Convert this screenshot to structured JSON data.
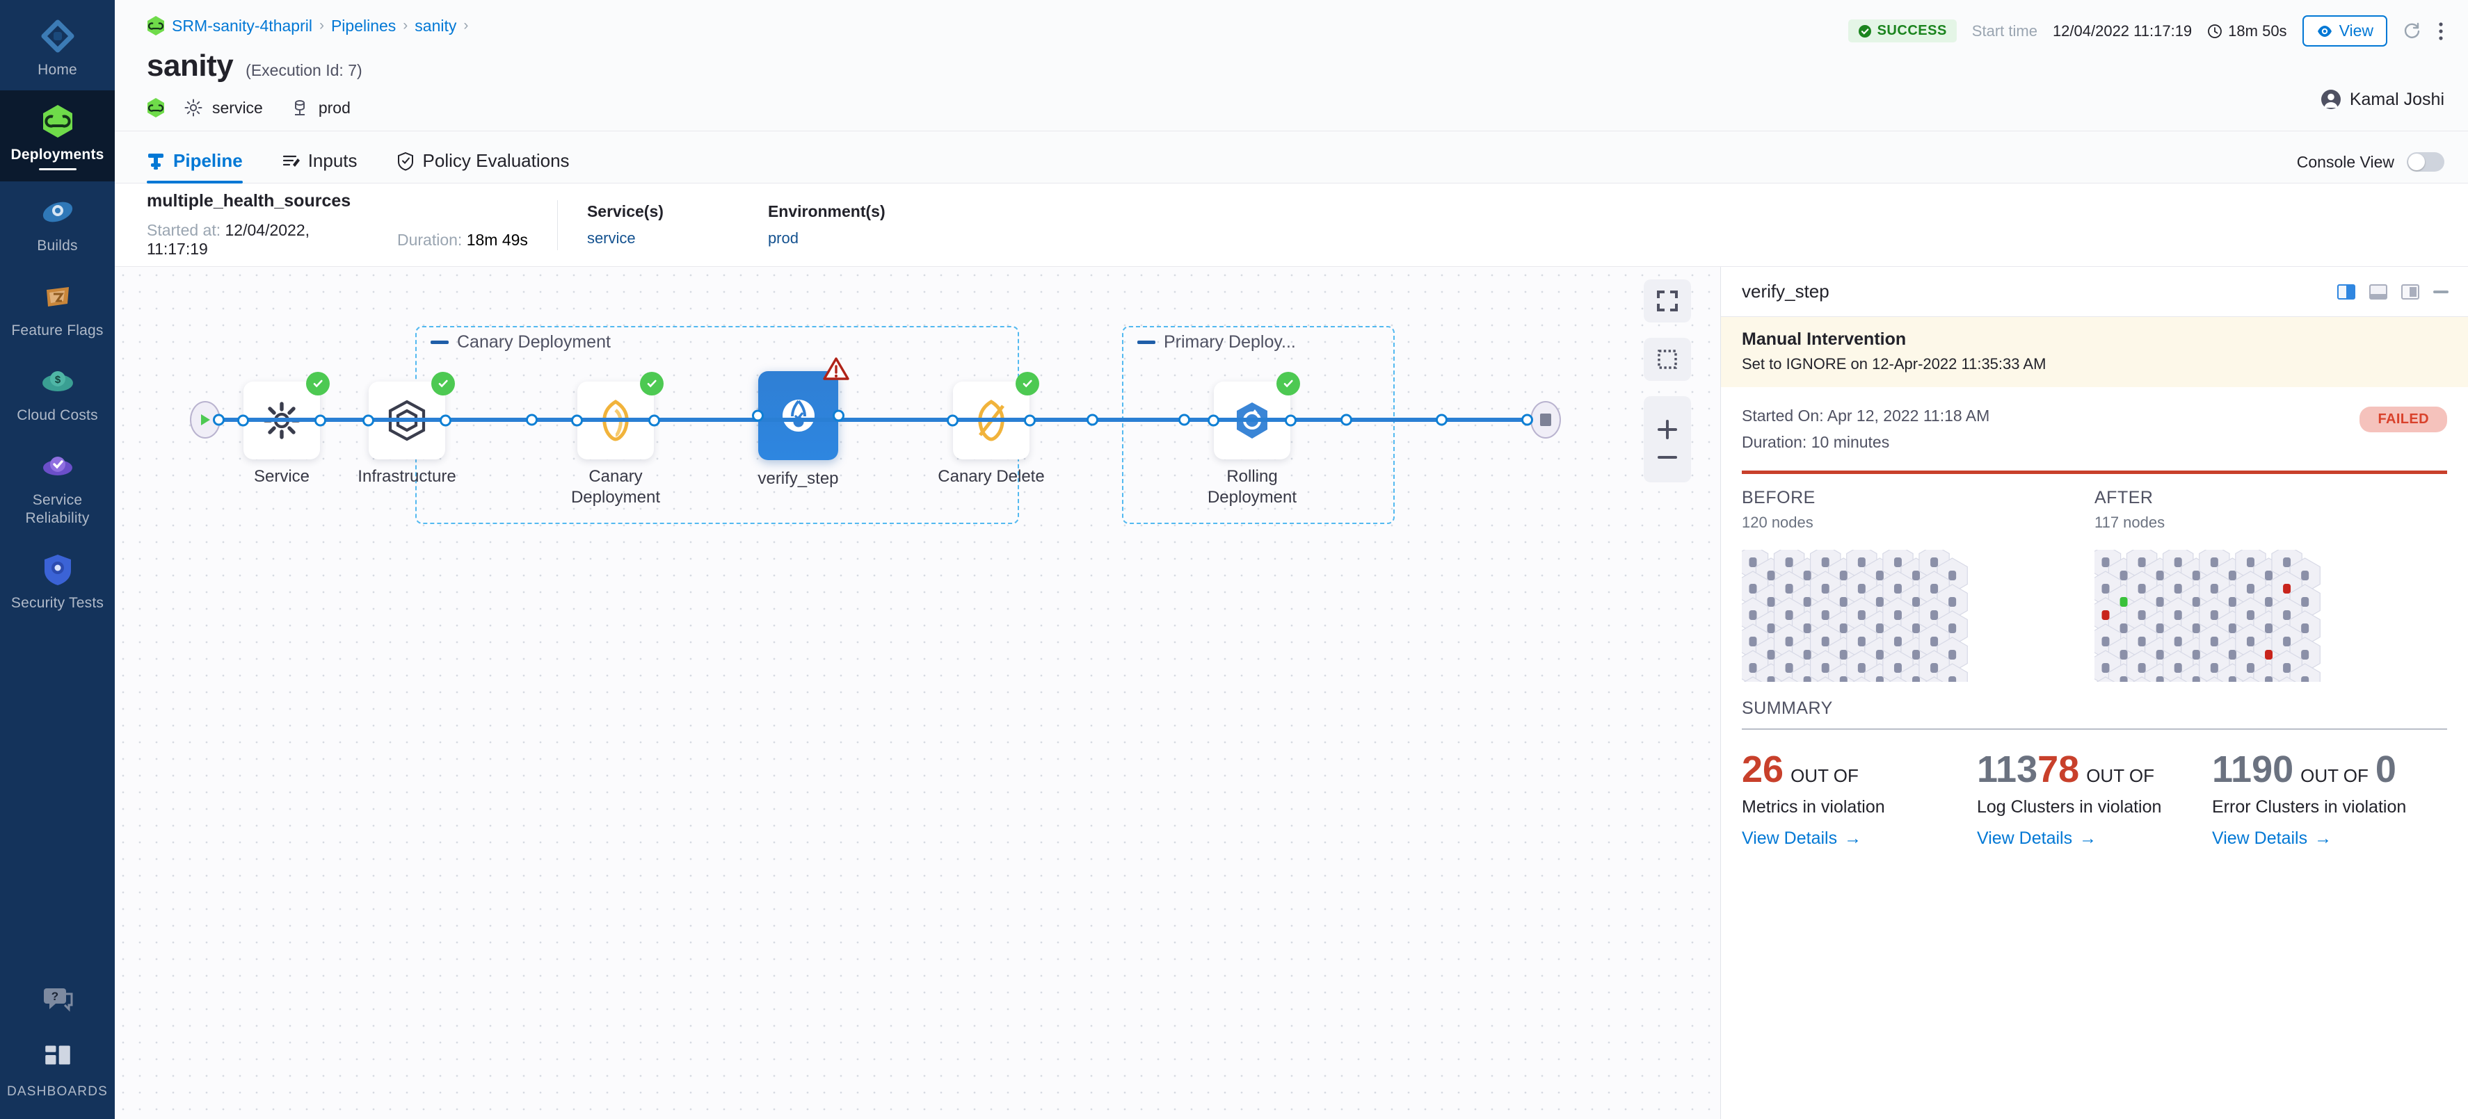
{
  "sidebar": {
    "items": [
      {
        "label": "Home",
        "icon": "home-icon",
        "active": false
      },
      {
        "label": "Deployments",
        "icon": "deployments-icon",
        "active": true
      },
      {
        "label": "Builds",
        "icon": "builds-icon",
        "active": false
      },
      {
        "label": "Feature Flags",
        "icon": "feature-flags-icon",
        "active": false
      },
      {
        "label": "Cloud Costs",
        "icon": "cloud-costs-icon",
        "active": false
      },
      {
        "label": "Service Reliability",
        "icon": "service-reliability-icon",
        "active": false
      },
      {
        "label": "Security Tests",
        "icon": "security-tests-icon",
        "active": false
      }
    ],
    "help": {
      "icon": "help-chat-icon"
    },
    "dashboards": {
      "label": "DASHBOARDS",
      "icon": "dashboards-icon"
    }
  },
  "header": {
    "breadcrumb": [
      {
        "label": "SRM-sanity-4thapril",
        "icon": "harness-hex-icon"
      },
      {
        "label": "Pipelines"
      },
      {
        "label": "sanity"
      }
    ],
    "breadcrumb_separator": "›",
    "title": "sanity",
    "execution_id": "(Execution Id: 7)",
    "meta": {
      "service_icon": "gear-icon",
      "service": "service",
      "environment_icon": "environment-icon",
      "environment": "prod"
    },
    "status": {
      "label": "SUCCESS",
      "color": "#1b841e",
      "bg": "#e4f5e6",
      "icon": "check-circle-icon"
    },
    "start_time_label": "Start time",
    "start_time_value": "12/04/2022 11:17:19",
    "duration_icon": "clock-icon",
    "duration_value": "18m 50s",
    "view_button": {
      "label": "View",
      "icon": "eye-icon"
    },
    "refresh_icon": "refresh-icon",
    "more_icon": "more-vertical-icon",
    "user": {
      "name": "Kamal Joshi",
      "icon": "avatar-icon"
    }
  },
  "tabs": {
    "items": [
      {
        "label": "Pipeline",
        "icon": "pipeline-icon",
        "active": true
      },
      {
        "label": "Inputs",
        "icon": "inputs-icon",
        "active": false
      },
      {
        "label": "Policy Evaluations",
        "icon": "shield-check-icon",
        "active": false
      }
    ],
    "console_view": {
      "label": "Console View",
      "enabled": false
    }
  },
  "info_bar": {
    "name": "multiple_health_sources",
    "started_key": "Started at:",
    "started_value": "12/04/2022, 11:17:19",
    "duration_key": "Duration:",
    "duration_value": "18m 49s",
    "services": {
      "header": "Service(s)",
      "value": "service"
    },
    "environments": {
      "header": "Environment(s)",
      "value": "prod"
    }
  },
  "graph": {
    "controls": [
      {
        "name": "fit-to-screen-button",
        "icon": "fit-screen-icon"
      },
      {
        "name": "select-area-button",
        "icon": "dashed-square-icon"
      },
      {
        "name": "zoom-in-button",
        "icon": "plus-icon"
      },
      {
        "name": "zoom-out-button",
        "icon": "minus-icon"
      }
    ],
    "start_node": {
      "icon": "play-icon"
    },
    "end_node": {
      "icon": "stop-icon"
    },
    "nodes": [
      {
        "label": "Service",
        "icon": "gear-icon",
        "status": "success",
        "selected": false
      },
      {
        "label": "Infrastructure",
        "icon": "infrastructure-hex-icon",
        "status": "success",
        "selected": false
      },
      {
        "label": "Canary Deployment",
        "icon": "kubernetes-canary-icon",
        "status": "success",
        "selected": false
      },
      {
        "label": "verify_step",
        "icon": "verify-icon",
        "status": "warning",
        "selected": true
      },
      {
        "label": "Canary Delete",
        "icon": "kubernetes-delete-icon",
        "status": "success",
        "selected": false
      },
      {
        "label": "Rolling Deployment",
        "icon": "rolling-deploy-icon",
        "status": "success",
        "selected": false
      }
    ],
    "groups": [
      {
        "label": "Canary Deployment"
      },
      {
        "label": "Primary Deploy..."
      }
    ]
  },
  "detail": {
    "title": "verify_step",
    "panel_buttons": [
      {
        "name": "split-right-layout-button",
        "active": true
      },
      {
        "name": "split-bottom-layout-button",
        "active": false
      },
      {
        "name": "float-layout-button",
        "active": false
      },
      {
        "name": "minimize-panel-button",
        "active": false
      }
    ],
    "banner": {
      "title": "Manual Intervention",
      "subtitle": "Set to IGNORE on 12-Apr-2022 11:35:33 AM"
    },
    "started_on": "Started On: Apr 12, 2022 11:18 AM",
    "duration": "Duration: 10 minutes",
    "status_pill": {
      "label": "FAILED",
      "color": "#d9412b",
      "bg": "#f5c2bc"
    },
    "progress_color": "#c8402b",
    "before": {
      "header": "BEFORE",
      "nodes": "120 nodes"
    },
    "after": {
      "header": "AFTER",
      "nodes": "117 nodes"
    },
    "summary": {
      "label": "SUMMARY",
      "items": [
        {
          "numerator": "26",
          "numerator_color": "#c8402b",
          "out_of": "OUT OF",
          "denominator": "",
          "description": "Metrics in violation",
          "link": "View Details"
        },
        {
          "numerator": "113",
          "numerator_color": "#6b7280",
          "overlay": "78",
          "overlay_color": "#c8402b",
          "out_of": "OUT OF",
          "denominator": "",
          "description": "Log Clusters in violation",
          "link": "View Details"
        },
        {
          "numerator": "1190",
          "numerator_color": "#6b7280",
          "out_of": "OUT OF",
          "denominator": "0",
          "denominator_color": "#6b7280",
          "description": "Error Clusters in violation",
          "link": "View Details"
        }
      ],
      "link_arrow": "→"
    }
  },
  "colors": {
    "accent": "#0278d5",
    "nav_bg": "#14335b",
    "nav_active_bg": "#0b1a2e",
    "success": "#4dc952",
    "failed": "#c8402b",
    "warning": "#d0342c",
    "group_border": "#53b9f0"
  }
}
